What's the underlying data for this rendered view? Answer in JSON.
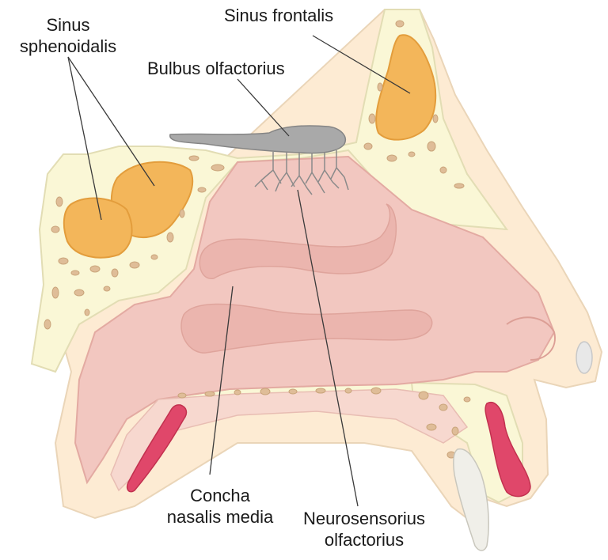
{
  "labels": {
    "sinus_sphenoidalis": {
      "line1": "Sinus",
      "line2": "sphenoidalis"
    },
    "sinus_frontalis": "Sinus frontalis",
    "bulbus_olfactorius": "Bulbus olfactorius",
    "concha_nasalis_media": {
      "line1": "Concha",
      "line2": "nasalis media"
    },
    "neurosensorius_olfactorius": {
      "line1": "Neurosensorius",
      "line2": "olfactorius"
    }
  },
  "colors": {
    "bone": "#faf7d6",
    "bone_outline": "#e2ddb4",
    "skin": "#fdebd3",
    "mucosa": "#f2c7c0",
    "mucosa_dark": "#e3aaa2",
    "sinus": "#f3b65a",
    "spongy_bone": "#dfbd98",
    "bulb": "#a9a9a9",
    "red": "#e0476a",
    "leader_line": "#3a3a3a"
  }
}
